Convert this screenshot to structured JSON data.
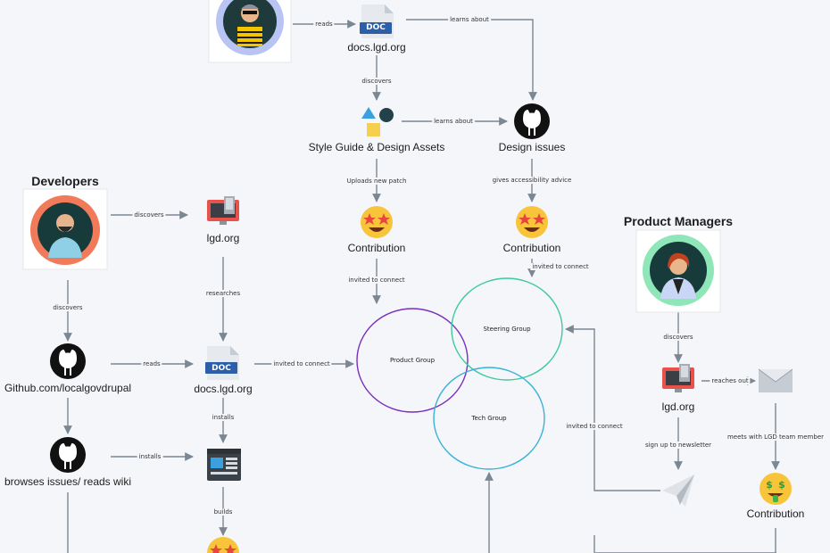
{
  "personas": {
    "designers_title": "",
    "developers_title": "Developers",
    "product_managers_title": "Product Managers"
  },
  "nodes": {
    "docs_top": "docs.lgd.org",
    "style_guide": "Style Guide & Design Assets",
    "design_issues": "Design issues",
    "contribution_design": "Contribution",
    "contribution_issues": "Contribution",
    "lgd_org_dev": "lgd.org",
    "github": "Github.com/localgovdrupal",
    "docs_dev": "docs.lgd.org",
    "browses": "browses issues/ reads wiki",
    "lgd_org_pm": "lgd.org",
    "contribution_pm": "Contribution",
    "doc_badge": "DOC"
  },
  "groups": {
    "product": "Product Group",
    "steering": "Steering Group",
    "tech": "Tech Group"
  },
  "edges": {
    "reads_top": "reads",
    "learns_about_top": "learns about",
    "discovers_top": "discovers",
    "learns_about_mid": "learns about",
    "uploads": "Uploads new patch",
    "gives_advice": "gives accessibility advice",
    "invited_left": "invited to connect",
    "invited_right": "invited to connect",
    "dev_discovers": "discovers",
    "dev_discovers_down": "discovers",
    "researches": "researches",
    "dev_reads": "reads",
    "dev_invited": "invited to connect",
    "installs_down": "installs",
    "installs_right": "installs",
    "builds": "builds",
    "pm_discovers": "discovers",
    "reaches_out": "reaches out",
    "signup": "sign up to newsletter",
    "meets": "meets with LGD team member",
    "pm_invited": "invited to connect"
  },
  "colors": {
    "product_group": "#7a2fbf",
    "steering_group": "#3ec9a0",
    "tech_group": "#39b2d6",
    "arrow": "#7c8794"
  }
}
